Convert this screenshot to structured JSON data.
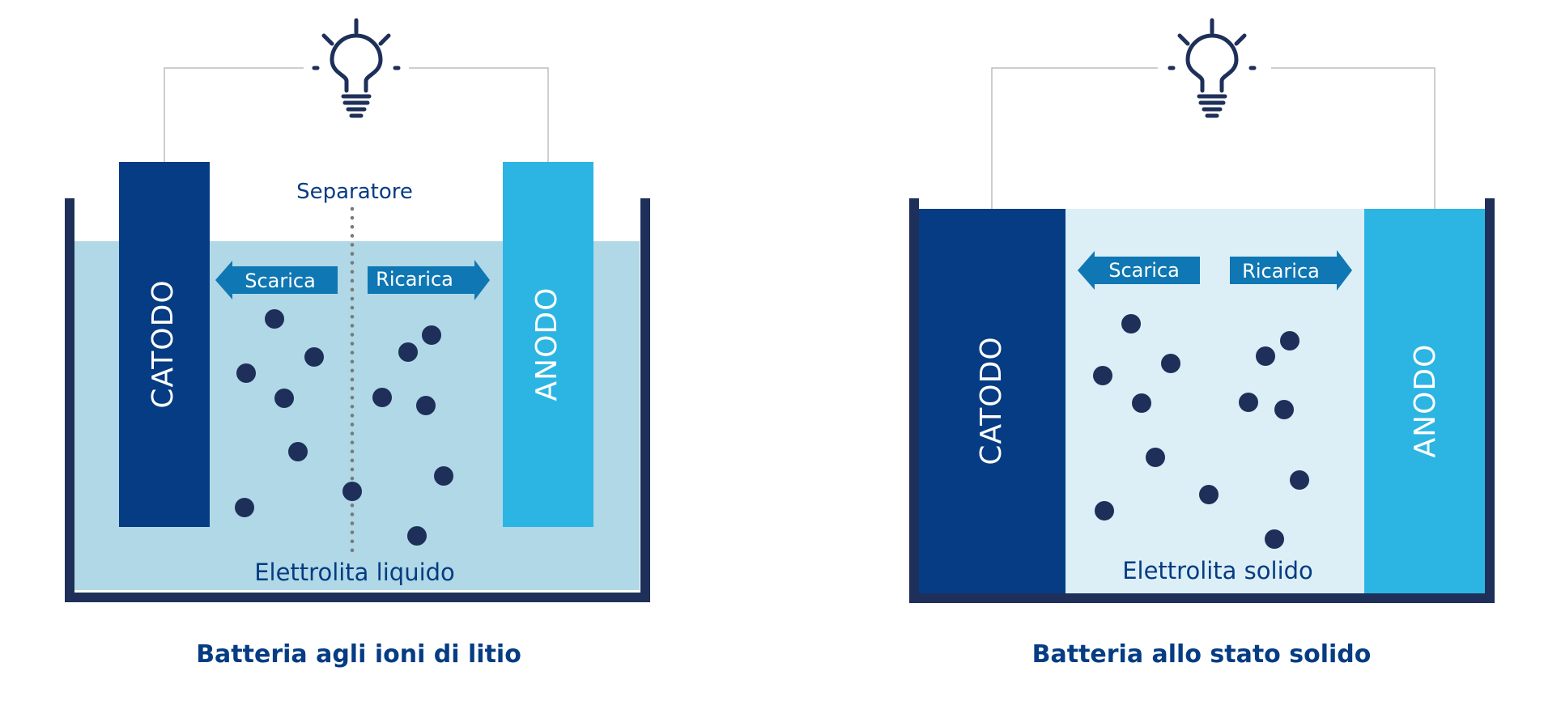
{
  "colors": {
    "dark_navy": "#1e2f5a",
    "cathode": "#053c83",
    "anode": "#2cb5e3",
    "liquid_electrolyte": "#b0d8e6",
    "solid_electrolyte": "#dceff6",
    "arrow": "#0f77b3",
    "label_text": "#053c83",
    "ion": "#1e2f5a",
    "separator": "#7a7a7a",
    "wire": "#bdbdbd"
  },
  "icons": [
    "lightbulb-icon"
  ],
  "left_battery": {
    "title": "Batteria agli ioni di litio",
    "cathode_label": "CATODO",
    "anode_label": "ANODO",
    "separator_label": "Separatore",
    "electrolyte_label": "Elettrolita liquido",
    "discharge_label": "Scarica",
    "charge_label": "Ricarica"
  },
  "right_battery": {
    "title": "Batteria allo stato solido",
    "cathode_label": "CATODO",
    "anode_label": "ANODO",
    "electrolyte_label": "Elettrolita solido",
    "discharge_label": "Scarica",
    "charge_label": "Ricarica"
  }
}
